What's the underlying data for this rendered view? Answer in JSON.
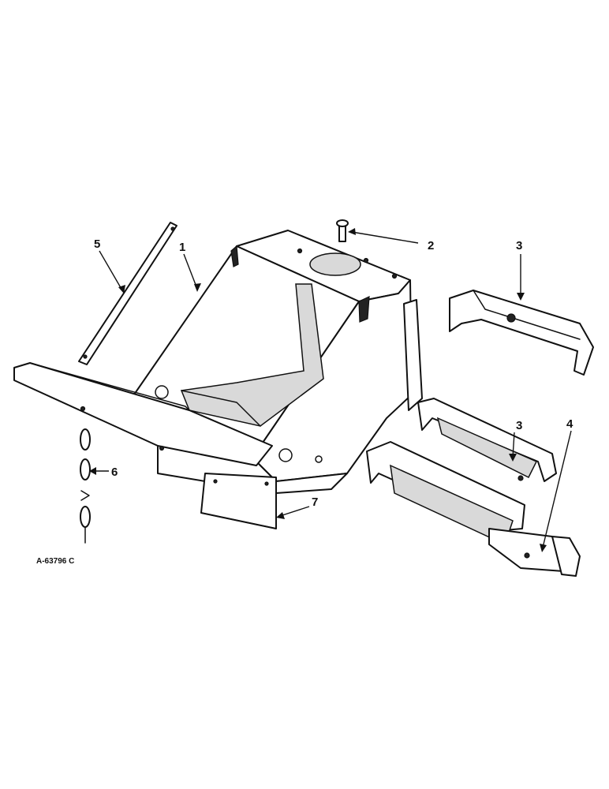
{
  "drawing_code": "A-63796 C",
  "callouts": {
    "c1": "1",
    "c2": "2",
    "c3a": "3",
    "c3b": "3",
    "c4": "4",
    "c5": "5",
    "c6": "6",
    "c7": "7"
  },
  "colors": {
    "line": "#111111",
    "shade": "#d9d9d9",
    "background": "#ffffff"
  }
}
